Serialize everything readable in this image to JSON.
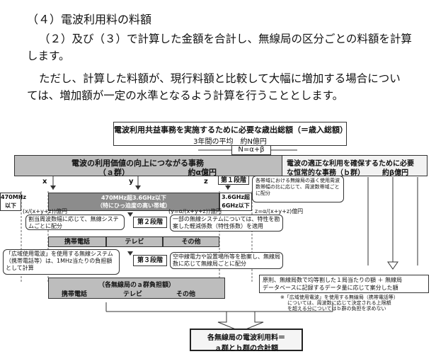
{
  "heading": "（４）電波利用料の料額",
  "para1_line1": "（２）及び（３）で計算した金額を合計し、無線局の区分ごとの料額を計算",
  "para1_line2": "します。",
  "para2_line1": "ただし、計算した料額が、現行料額と比較して大幅に増加する場合につい",
  "para2_line2": "ては、増加額が一定の水準となるよう計算を行うこととします。",
  "diagram": {
    "total_title": "電波利用共益事務を実施するために必要な歳出総額（＝歳入総額）",
    "total_sub": "3年間の平均　約N億円",
    "n_formula": "N=α+β",
    "a_group_title1": "電波の利用価値の向上につながる事務",
    "a_group_title2": "（ａ群）　　　　　　　　約α億円",
    "b_group_title1": "電波の適正な利用を確保するために必要",
    "b_group_title2": "な恒常的な事務（ｂ群）　　　約β億円",
    "x_label": "x",
    "y_label": "y",
    "z_label": "z",
    "stage1": "第１段階",
    "stage1_note": "各帯域における無線局の逼く使用周波数帯幅の比に応じて、周波数帯域ごとに配分",
    "band_low": "470MHz以下",
    "band_mid1": "470MHz超3.6GHz以下",
    "band_mid2": "（特にひっ迫度の高い帯域）",
    "band_high": "3.6GHz超6GHz以下",
    "formula_x": "(x/(x+y+z))億円",
    "formula_y": "(y=α/(x+y+z))億円",
    "formula_z": "z=α/(x+y+z)億円",
    "stage2": "第２段階",
    "stage2_note_left": "割当周波数幅に応じて、無線システムごとに配分",
    "stage2_note_right": "一部の無線システムについては、特性を勘案した軽減係数（特性係数）を適用",
    "sys_mobile": "携帯電話",
    "sys_tv": "テレビ",
    "sys_other": "その他",
    "stage3": "第３段階",
    "stage3_note_left": "「広域使用電波」を使用する無線システム（携帯電話等）は、1MHz当たりの負担額として計算",
    "stage3_note_right": "空中線電力や設置場所等を勘案し、無線局数に応じて無線局ごとに配分",
    "a_burden": "（各無線局のａ群負担額）",
    "b_note1": "原則、無線局数で均等割した１局当たりの額 ＋ 無線局",
    "b_note2": "データベースに記録するデータ量に応じて案分した額",
    "b_footnote1": "※「広域使用電波」を使用する無線局（携帯電話等）",
    "b_footnote2": "については、周波数に応じて決定される上限額",
    "b_footnote3": "を超える分についてはｂ群の負担を求めない",
    "result1": "各無線局の電波利用料＝",
    "result2": "ａ群とｂ群の合計額"
  }
}
